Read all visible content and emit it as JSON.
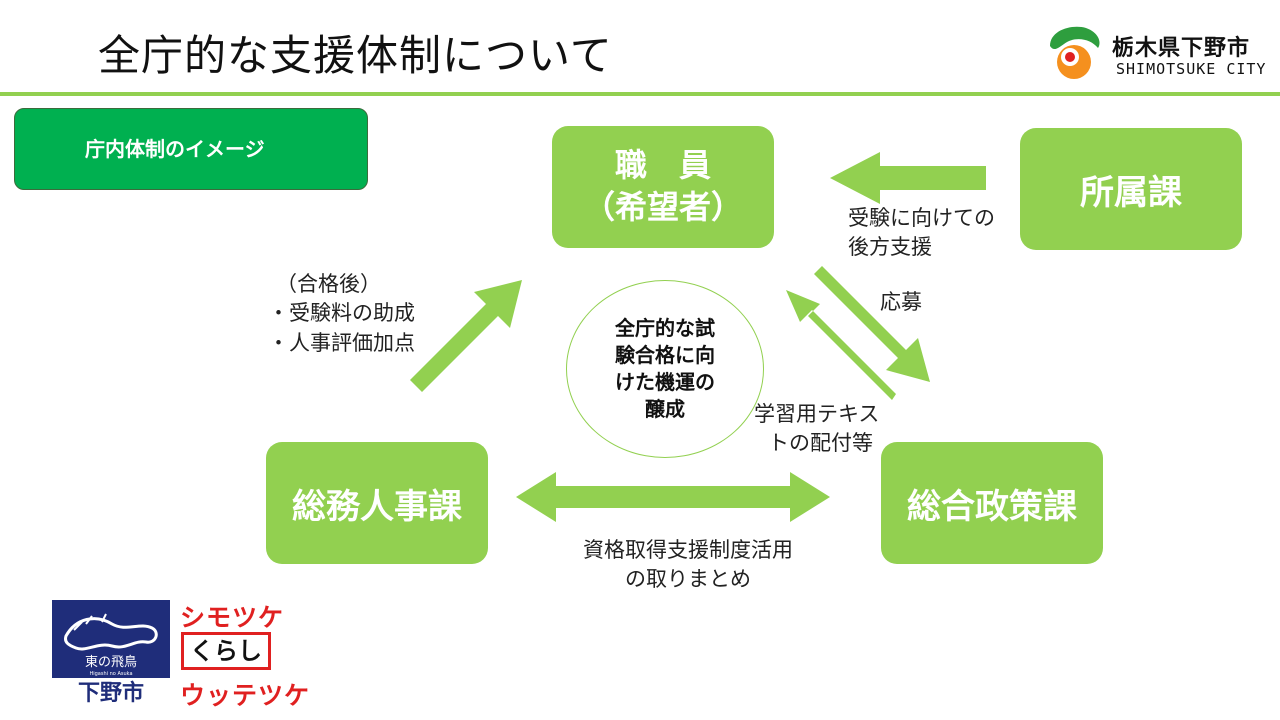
{
  "header": {
    "title": "全庁的な支援体制について",
    "city_name_ja": "栃木県下野市",
    "city_name_en": "SHIMOTSUKE CITY"
  },
  "tag_label": "庁内体制のイメージ",
  "boxes": {
    "staff_line1": "職　員",
    "staff_line2": "（希望者）",
    "department": "所属課",
    "hr": "総務人事課",
    "policy": "総合政策課"
  },
  "center": {
    "line1": "全庁的な試",
    "line2": "験合格に向",
    "line3": "けた機運の",
    "line4": "醸成"
  },
  "labels": {
    "support_line1": "受験に向けての",
    "support_line2": "後方支援",
    "apply": "応募",
    "textbook_line1": "学習用テキス",
    "textbook_line2": "トの配付等",
    "after_pass": "（合格後）",
    "fee_grant": "・受験料の助成",
    "personnel_eval": "・人事評価加点",
    "system_line1": "資格取得支援制度活用",
    "system_line2": "の取りまとめ"
  },
  "bottom_logos": {
    "asuka_text": "東の飛鳥",
    "asuka_small": "Higashi no Asuka",
    "city_short": "下野市",
    "brand_top": "シモツケ",
    "brand_mid": "くらし",
    "brand_bottom": "ウッテツケ"
  },
  "colors": {
    "accent_green": "#92d050",
    "tag_green": "#00b050",
    "brand_red": "#e02020",
    "logo_navy": "#1f2d7a"
  }
}
